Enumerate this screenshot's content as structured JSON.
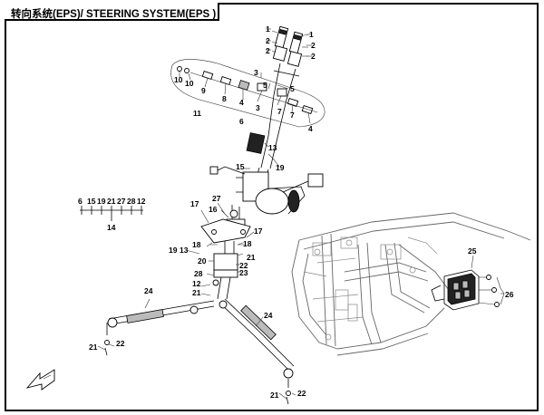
{
  "title": "转向系统(EPS)/ STEERING SYSTEM(EPS )",
  "callouts": {
    "c1a": "1",
    "c1b": "1",
    "c2a": "2",
    "c2b": "2",
    "c2c": "2",
    "c2d": "2",
    "c10a": "10",
    "c10b": "10",
    "c9": "9",
    "c8": "8",
    "c4a": "4",
    "c3": "3",
    "c5a": "5",
    "c5b": "5",
    "c3b": "3",
    "c7a": "7",
    "c7b": "7",
    "c4b": "4",
    "c11": "11",
    "c6": "6",
    "c13a": "13",
    "c19a": "19",
    "c15": "15",
    "c17a": "17",
    "c27": "27",
    "c16": "16",
    "c17b": "17",
    "c19b": "19",
    "c13b": "13",
    "c18a": "18",
    "c18b": "18",
    "c21a": "21",
    "c22a": "22",
    "c20": "20",
    "c23": "23",
    "c28": "28",
    "c12": "12",
    "c21b": "21",
    "c24a": "24",
    "c21c": "21",
    "c22b": "22",
    "c24b": "24",
    "c21d": "21",
    "c22c": "22",
    "c25": "25",
    "c26": "26"
  },
  "legend_group": {
    "items": [
      "6",
      "15",
      "19",
      "21",
      "27",
      "28",
      "12"
    ],
    "group": "14"
  }
}
